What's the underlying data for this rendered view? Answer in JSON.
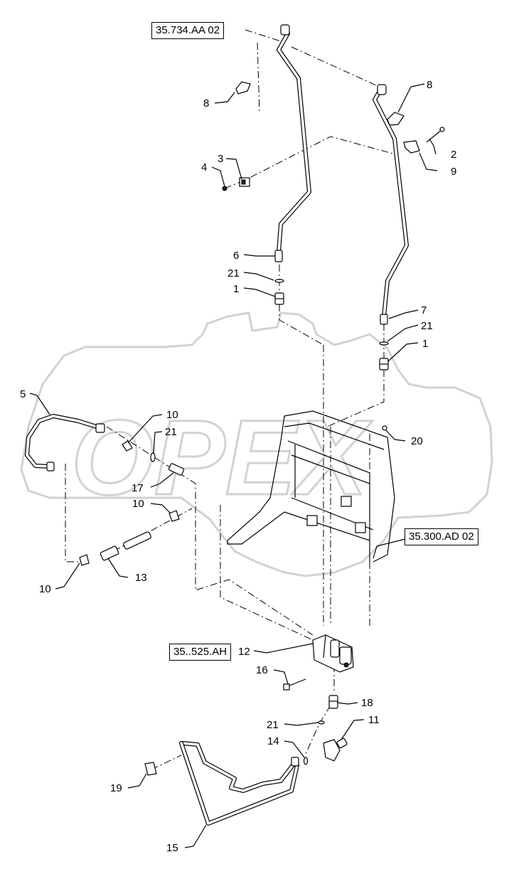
{
  "figure": {
    "watermark": "OPEX",
    "references": [
      {
        "id": "ref-top",
        "label": "35.734.AA 02"
      },
      {
        "id": "ref-right",
        "label": "35.300.AD 02"
      },
      {
        "id": "ref-left",
        "label": "35..525.AH"
      }
    ],
    "callouts": [
      "8",
      "8",
      "2",
      "9",
      "3",
      "4",
      "6",
      "21",
      "1",
      "7",
      "21",
      "1",
      "5",
      "10",
      "21",
      "17",
      "20",
      "10",
      "10",
      "13",
      "12",
      "16",
      "18",
      "21",
      "11",
      "14",
      "19",
      "15"
    ]
  }
}
